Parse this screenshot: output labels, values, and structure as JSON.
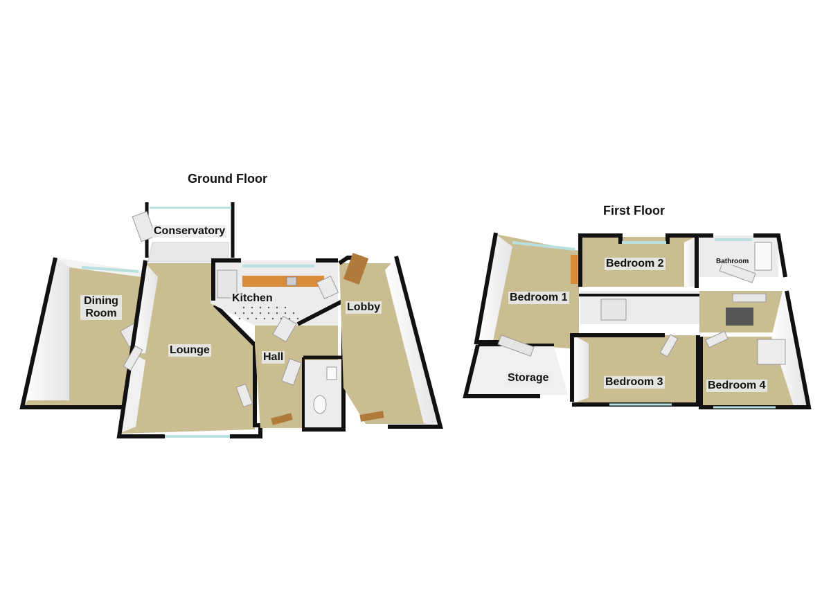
{
  "floors": {
    "ground": {
      "title": "Ground Floor",
      "rooms": {
        "conservatory": "Conservatory",
        "dining": "Dining Room",
        "lounge": "Lounge",
        "kitchen": "Kitchen",
        "hall": "Hall",
        "lobby": "Lobby"
      }
    },
    "first": {
      "title": "First Floor",
      "rooms": {
        "bedroom1": "Bedroom 1",
        "bedroom2": "Bedroom 2",
        "bedroom3": "Bedroom 3",
        "bedroom4": "Bedroom 4",
        "bathroom": "Bathroom",
        "storage": "Storage"
      }
    }
  },
  "colors": {
    "floor_carpet": "#c9b98c",
    "floor_tile": "#e6e6e6",
    "wall": "#111111",
    "wall_inner": "#f4f4f4",
    "window": "#b8e0e0",
    "door": "#b07a3a",
    "worktop": "#d98a3a"
  }
}
